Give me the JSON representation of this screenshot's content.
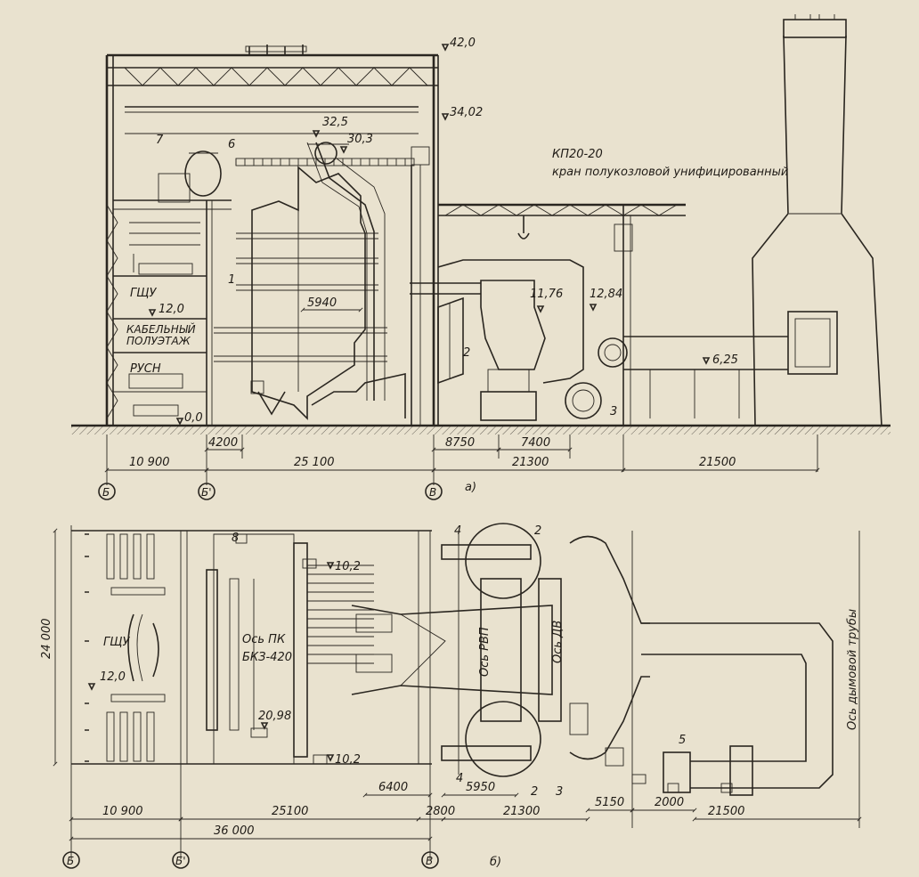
{
  "side_view": {
    "caption": "а)",
    "crane_code": "КП20-20",
    "crane_name": "кран полукозловой унифицированный",
    "levels": {
      "roof": "42,0",
      "truss": "34,02",
      "drum_top": "32,5",
      "drum": "30,3",
      "duct_a": "11,76",
      "duct_b": "12,84",
      "flue": "6,25",
      "ground": "0,0",
      "control": "12,0"
    },
    "rooms": {
      "control": "ГЩУ",
      "cable_line1": "КАБЕЛЬНЫЙ",
      "cable_line2": "ПОЛУЭТАЖ",
      "switchgear": "РУСН"
    },
    "inner_dim": "5940",
    "callouts": {
      "boiler": "1",
      "air_heater": "2",
      "fan": "3",
      "drum": "6",
      "crane": "7"
    },
    "dims": {
      "d1": "10 900",
      "d2": "4200",
      "d3": "25 100",
      "d4": "8750",
      "d5": "7400",
      "d6": "21300",
      "d7": "21500"
    },
    "axes": {
      "a1": "Б",
      "a2": "Б'",
      "a3": "В"
    }
  },
  "plan_view": {
    "caption": "б)",
    "control": "ГЩУ",
    "control_level": "12,0",
    "width_dim": "24 000",
    "boiler_axis_1": "Ось ПК",
    "boiler_axis_2": "БКЗ-420",
    "rvp_axis": "Ось РВП",
    "dv_axis": "Ось ДВ",
    "chimney_axis": "Ось дымовой трубы",
    "levels": {
      "top": "10,2",
      "bottom": "10,2",
      "mid": "20,98"
    },
    "callouts": {
      "c8": "8",
      "c4a": "4",
      "c2a": "2",
      "c4b": "4",
      "c2b": "2",
      "c3": "3",
      "c5": "5"
    },
    "dims": {
      "d6400": "6400",
      "d5950": "5950",
      "d10900": "10 900",
      "d25100": "25100",
      "d2800": "2800",
      "d21300": "21300",
      "d5150": "5150",
      "d2000": "2000",
      "d21500": "21500",
      "d36000": "36 000"
    },
    "axes": {
      "a1": "Б",
      "a2": "Б'",
      "a3": "В"
    }
  }
}
